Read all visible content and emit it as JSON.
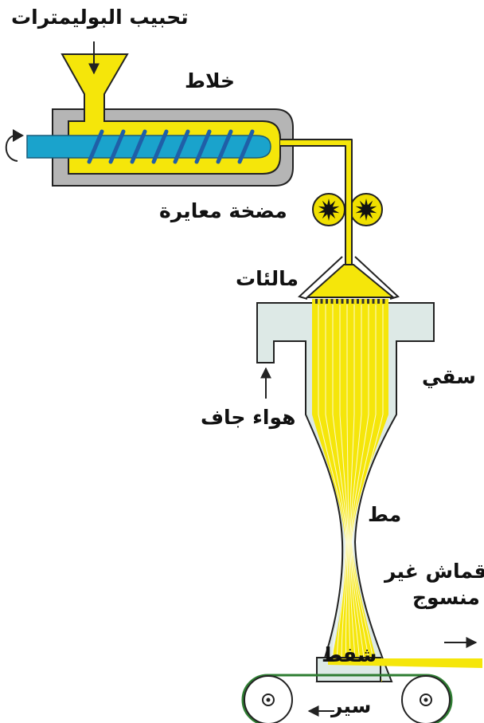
{
  "labels": {
    "pellets": "تحبيب البوليمترات",
    "mixer": "خلاط",
    "metering_pump": "مضخة معايرة",
    "spinnerets": "مالئات",
    "quench": "سقي",
    "dry_air": "هواء جاف",
    "drawing": "مط",
    "nonwoven_line1": "قماش غير",
    "nonwoven_line2": "منسوج",
    "suction": "شفط",
    "belt": "سير"
  },
  "colors": {
    "polymer": "#f5e60a",
    "screw": "#1aa3cc",
    "screw_flights": "#1f5fa8",
    "barrel": "#b5b5b5",
    "chamber": "#dde9e6",
    "belt": "#2e7d32",
    "pump_fill": "#f0e000",
    "line": "#222222"
  },
  "icons": {
    "rotation": "rotation-arrow-icon",
    "gear": "gear-star-icon",
    "roller_hub": "roller-hub-icon",
    "arrow": "arrow-icon"
  }
}
